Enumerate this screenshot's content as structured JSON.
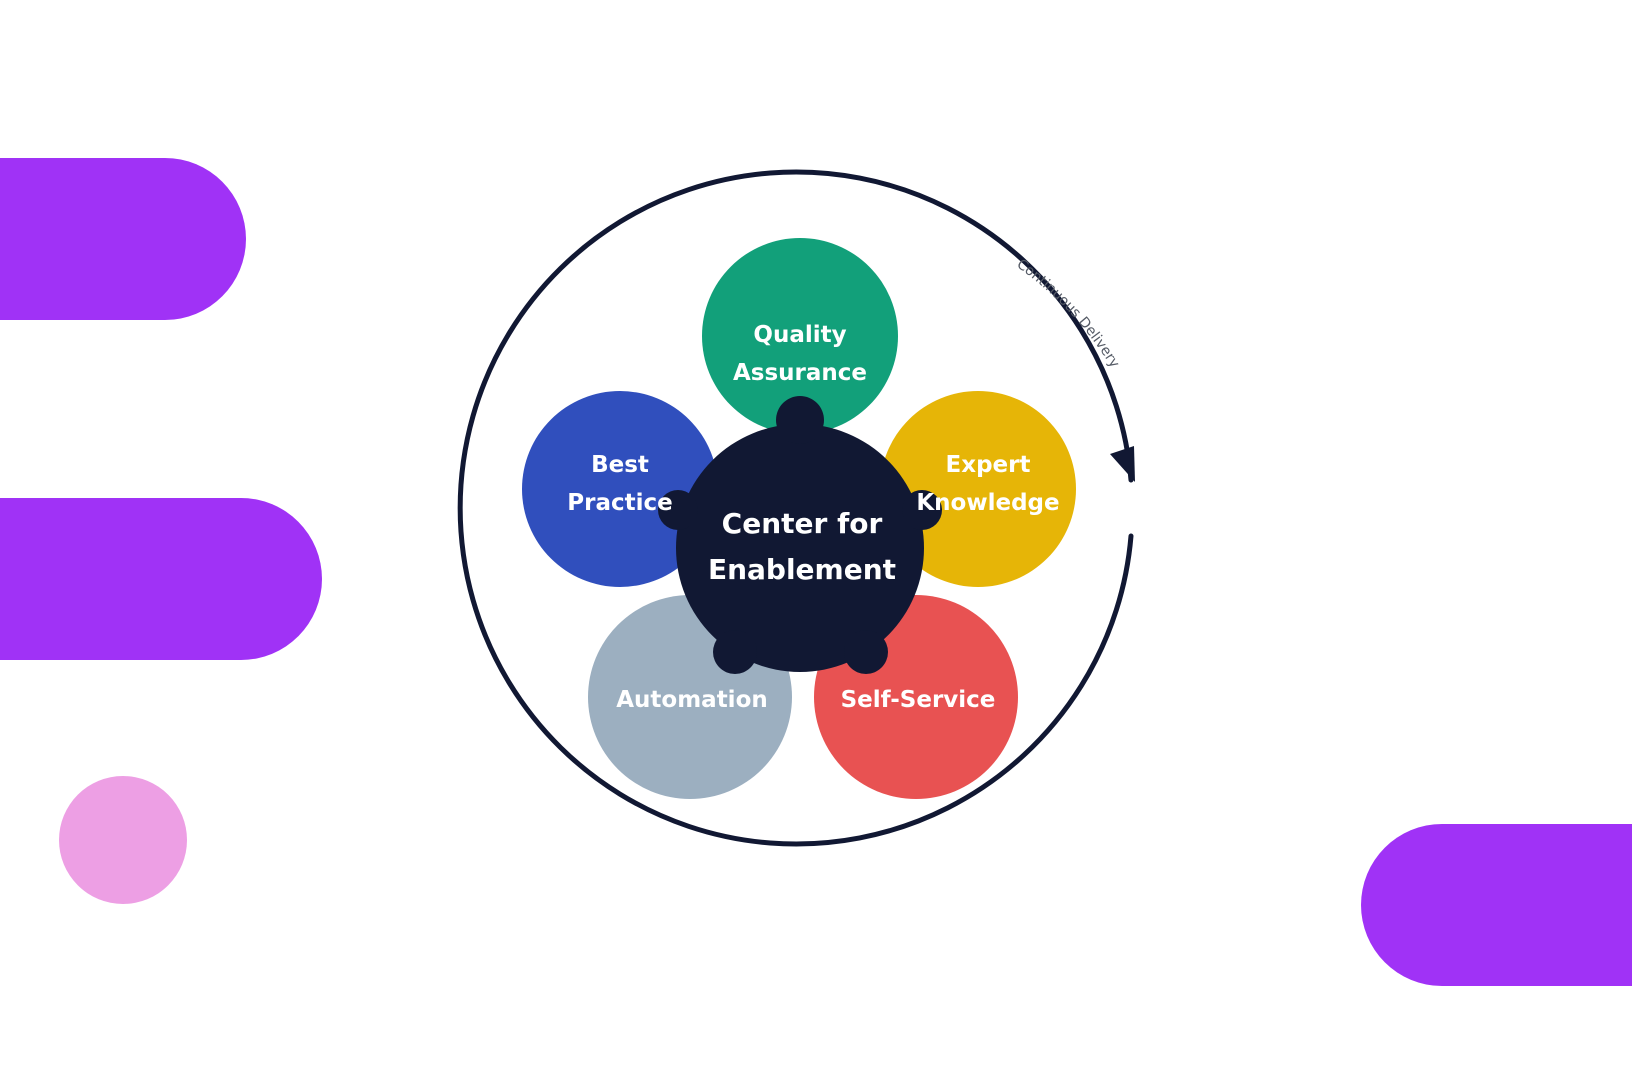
{
  "diagram": {
    "center": {
      "line1": "Center for",
      "line2": "Enablement",
      "color": "#111833"
    },
    "nodes": {
      "quality": {
        "line1": "Quality",
        "line2": "Assurance",
        "color": "#12a07a"
      },
      "best": {
        "line1": "Best",
        "line2": "Practice",
        "color": "#304fbd"
      },
      "expert": {
        "line1": "Expert",
        "line2": "Knowledge",
        "color": "#e6b507"
      },
      "automation": {
        "line1": "Automation",
        "color": "#9cafc0"
      },
      "selfservice": {
        "line1": "Self-Service",
        "color": "#e85252"
      }
    },
    "cycle_label": "Continuous Delivery",
    "ring_color": "#111833"
  },
  "decor": {
    "pill_color": "#a032f6",
    "dot_color": "#ed9fe4"
  }
}
